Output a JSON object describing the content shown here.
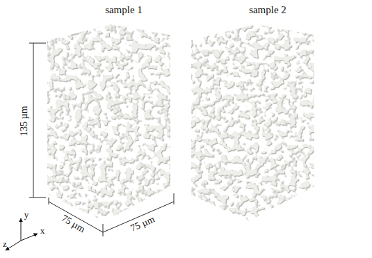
{
  "diagram": {
    "labels": [
      "sample 1",
      "sample 2",
      "135 µm",
      "75 µm",
      "75 µm",
      "y",
      "x",
      "z"
    ]
  }
}
